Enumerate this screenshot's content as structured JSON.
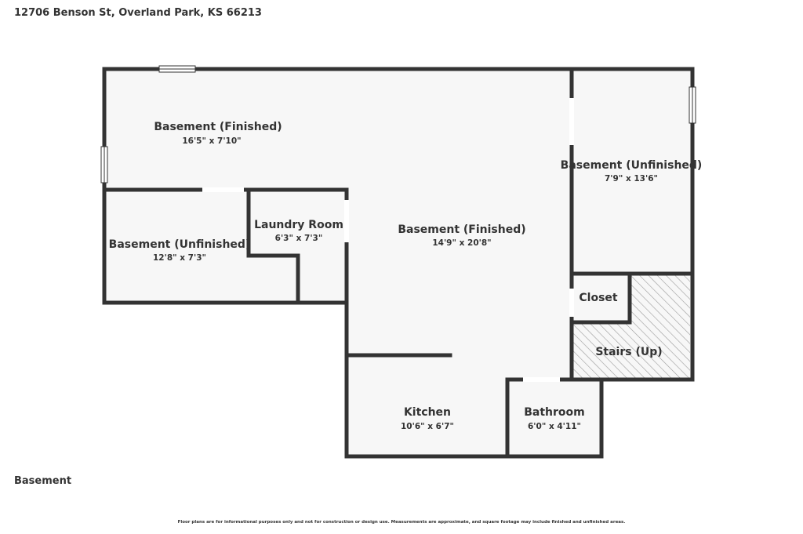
{
  "header": {
    "address": "12706 Benson St, Overland Park, KS 66213"
  },
  "floor": {
    "label": "Basement"
  },
  "footer": {
    "disclaimer": "Floor plans are for informational purposes only and not for construction or design use. Measurements are approximate, and square footage may include finished and unfinished areas."
  },
  "rooms": [
    {
      "name": "Basement (Finished)",
      "dims": "16'5\" x 7'10\""
    },
    {
      "name": "Basement (Unfinished)",
      "dims": "7'9\" x 13'6\""
    },
    {
      "name": "Laundry Room",
      "dims": "6'3\" x 7'3\""
    },
    {
      "name": "Basement (Finished)",
      "dims": "14'9\" x 20'8\""
    },
    {
      "name": "Basement (Unfinished)",
      "dims": "12'8\" x 7'3\""
    },
    {
      "name": "Closet",
      "dims": ""
    },
    {
      "name": "Stairs (Up)",
      "dims": ""
    },
    {
      "name": "Kitchen",
      "dims": "10'6\" x 6'7\""
    },
    {
      "name": "Bathroom",
      "dims": "6'0\" x 4'11\""
    }
  ],
  "colors": {
    "wall": "#333333",
    "floor": "#f7f7f7",
    "stairs_hatch": "#9a9a9a"
  }
}
